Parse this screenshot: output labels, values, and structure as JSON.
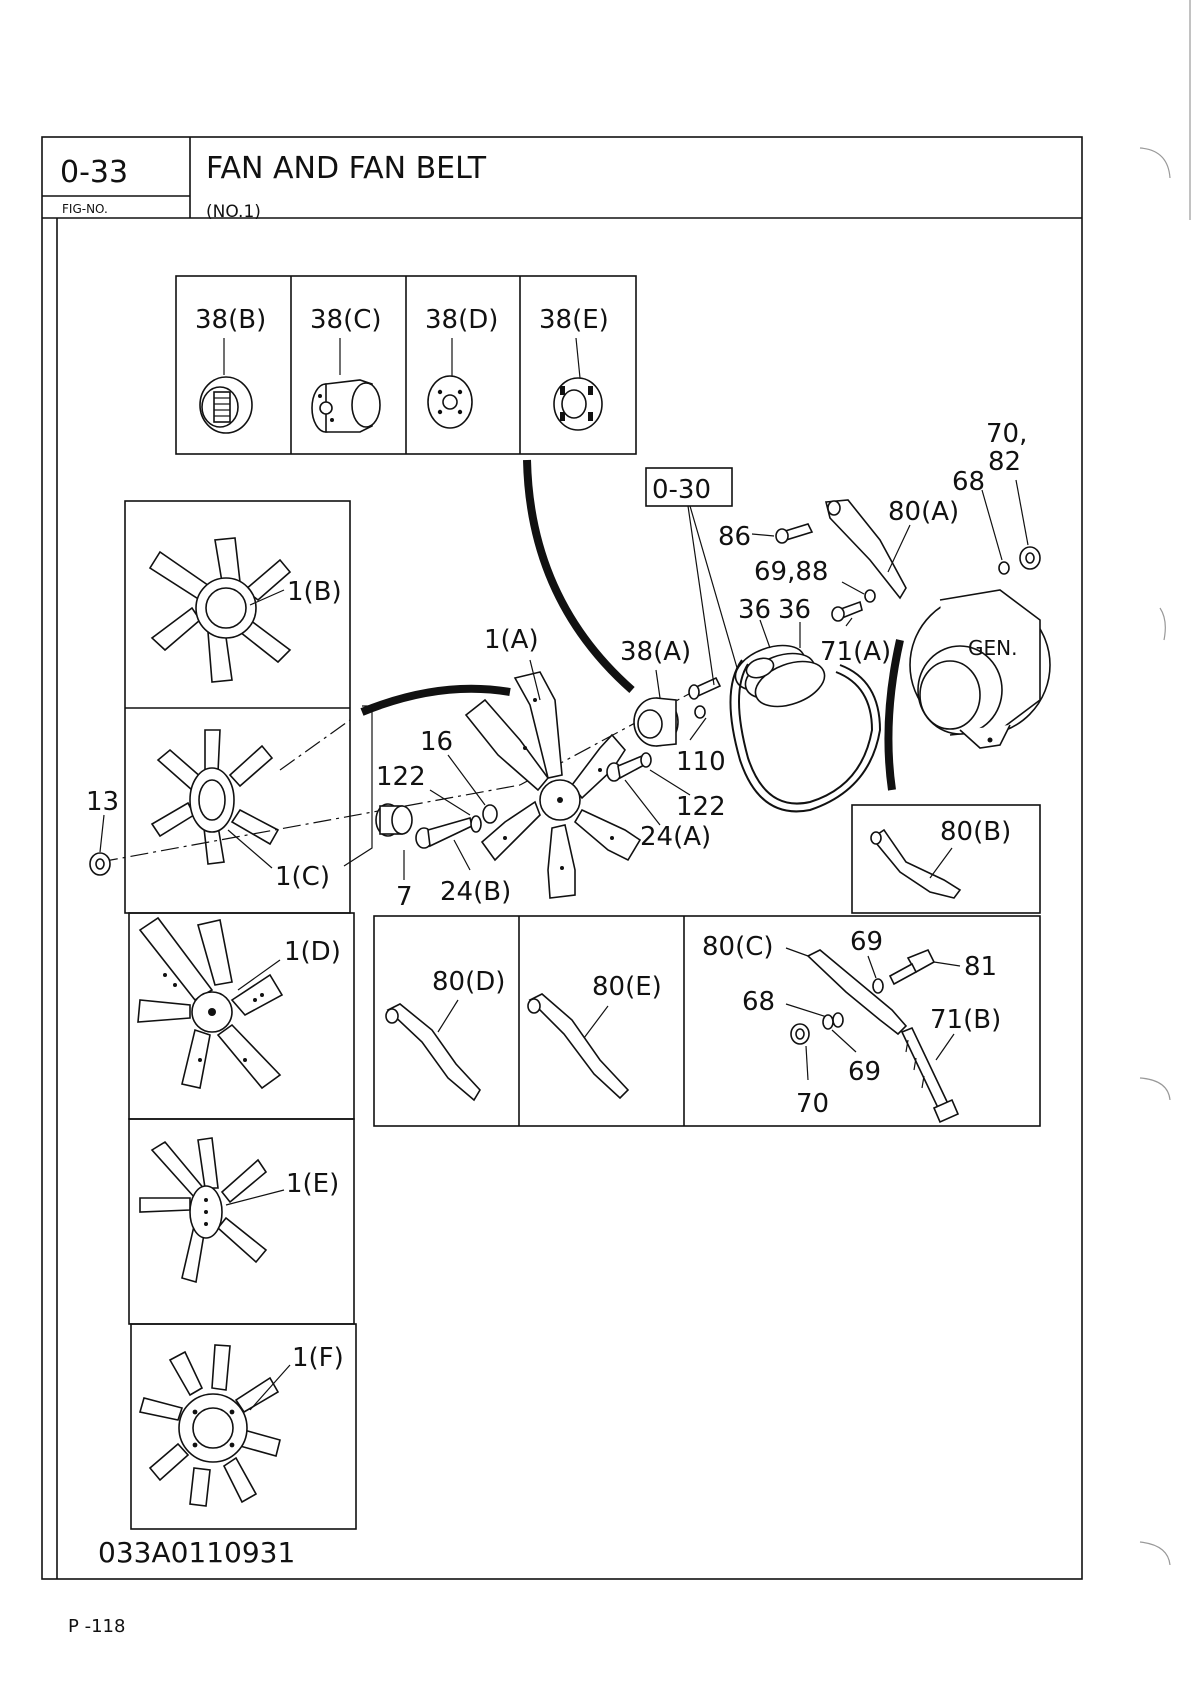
{
  "header": {
    "fig_no": "0-33",
    "fig_no_caption": "FIG-NO.",
    "title": "FAN AND FAN BELT",
    "subtitle": "(NO.1)"
  },
  "reference_box": "0-30",
  "generator_label": "GEN.",
  "callouts": {
    "c38B": "38(B)",
    "c38C": "38(C)",
    "c38D": "38(D)",
    "c38E": "38(E)",
    "c1B": "1(B)",
    "c1C": "1(C)",
    "c1D": "1(D)",
    "c1E": "1(E)",
    "c1F": "1(F)",
    "c1A": "1(A)",
    "c13": "13",
    "c16": "16",
    "c122a": "122",
    "c122b": "122",
    "c7": "7",
    "c24B": "24(B)",
    "c24A": "24(A)",
    "c38A": "38(A)",
    "c110": "110",
    "c36a": "36",
    "c36b": "36",
    "c86": "86",
    "c6988": "69,88",
    "c71A": "71(A)",
    "c80A": "80(A)",
    "c68a": "68",
    "c7082a": "70,",
    "c7082b": "82",
    "c80B": "80(B)",
    "c80C": "80(C)",
    "c80D": "80(D)",
    "c80E": "80(E)",
    "c69a": "69",
    "c81": "81",
    "c68b": "68",
    "c71B": "71(B)",
    "c69b": "69",
    "c70": "70"
  },
  "drawing_number": "033A0110931",
  "page_number": "P -118"
}
